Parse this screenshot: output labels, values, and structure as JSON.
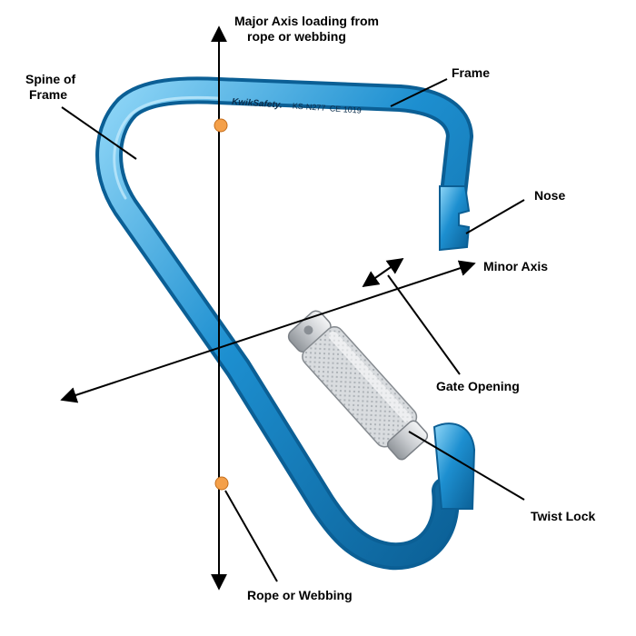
{
  "labels": {
    "major_axis_line1": "Major Axis loading from",
    "major_axis_line2": "rope or webbing",
    "spine_line1": "Spine of",
    "spine_line2": "Frame",
    "frame": "Frame",
    "nose": "Nose",
    "minor_axis": "Minor Axis",
    "gate_opening": "Gate Opening",
    "twist_lock": "Twist Lock",
    "rope_or_webbing": "Rope or Webbing"
  },
  "engraving": {
    "brand": "KwikSafety.",
    "model": "KS-N277",
    "cert": "CE 1019"
  },
  "colors": {
    "frame_blue": "#1d8fd0",
    "frame_dark": "#0b5f95",
    "frame_light": "#7fd0f5",
    "gate_silver": "#d6d9dc",
    "marker_orange": "#f4a04a",
    "line": "#000000"
  }
}
